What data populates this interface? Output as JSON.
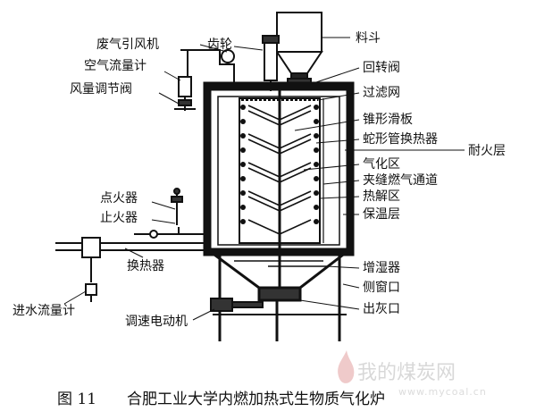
{
  "labels": {
    "hopper": "料斗",
    "rotary_valve": "回转阀",
    "filter": "过滤网",
    "cone_plate": "锥形滑板",
    "serpentine_hx": "蛇形管换热器",
    "refractory": "耐火层",
    "gasification": "气化区",
    "gap_channel": "夹缝燃气通道",
    "pyrolysis": "热解区",
    "insulation": "保温层",
    "humidifier": "增湿器",
    "side_window": "侧窗口",
    "ash_outlet": "出灰口",
    "exhaust_fan": "废气引风机",
    "gear": "齿轮",
    "air_flowmeter": "空气流量计",
    "air_valve": "风量调节阀",
    "igniter": "点火器",
    "extinguisher": "止火器",
    "heat_exchanger": "换热器",
    "water_flowmeter": "进水流量计",
    "motor": "调速电动机"
  },
  "caption": {
    "figure_no": "图 11",
    "title": "合肥工业大学内燃加热式生物质气化炉"
  },
  "watermark": {
    "text": "我的煤炭网",
    "url": "www.mycoal.cn"
  },
  "colors": {
    "ink": "#111111",
    "watermark": "#d8d8d8",
    "flame": "#e9b8b8"
  }
}
